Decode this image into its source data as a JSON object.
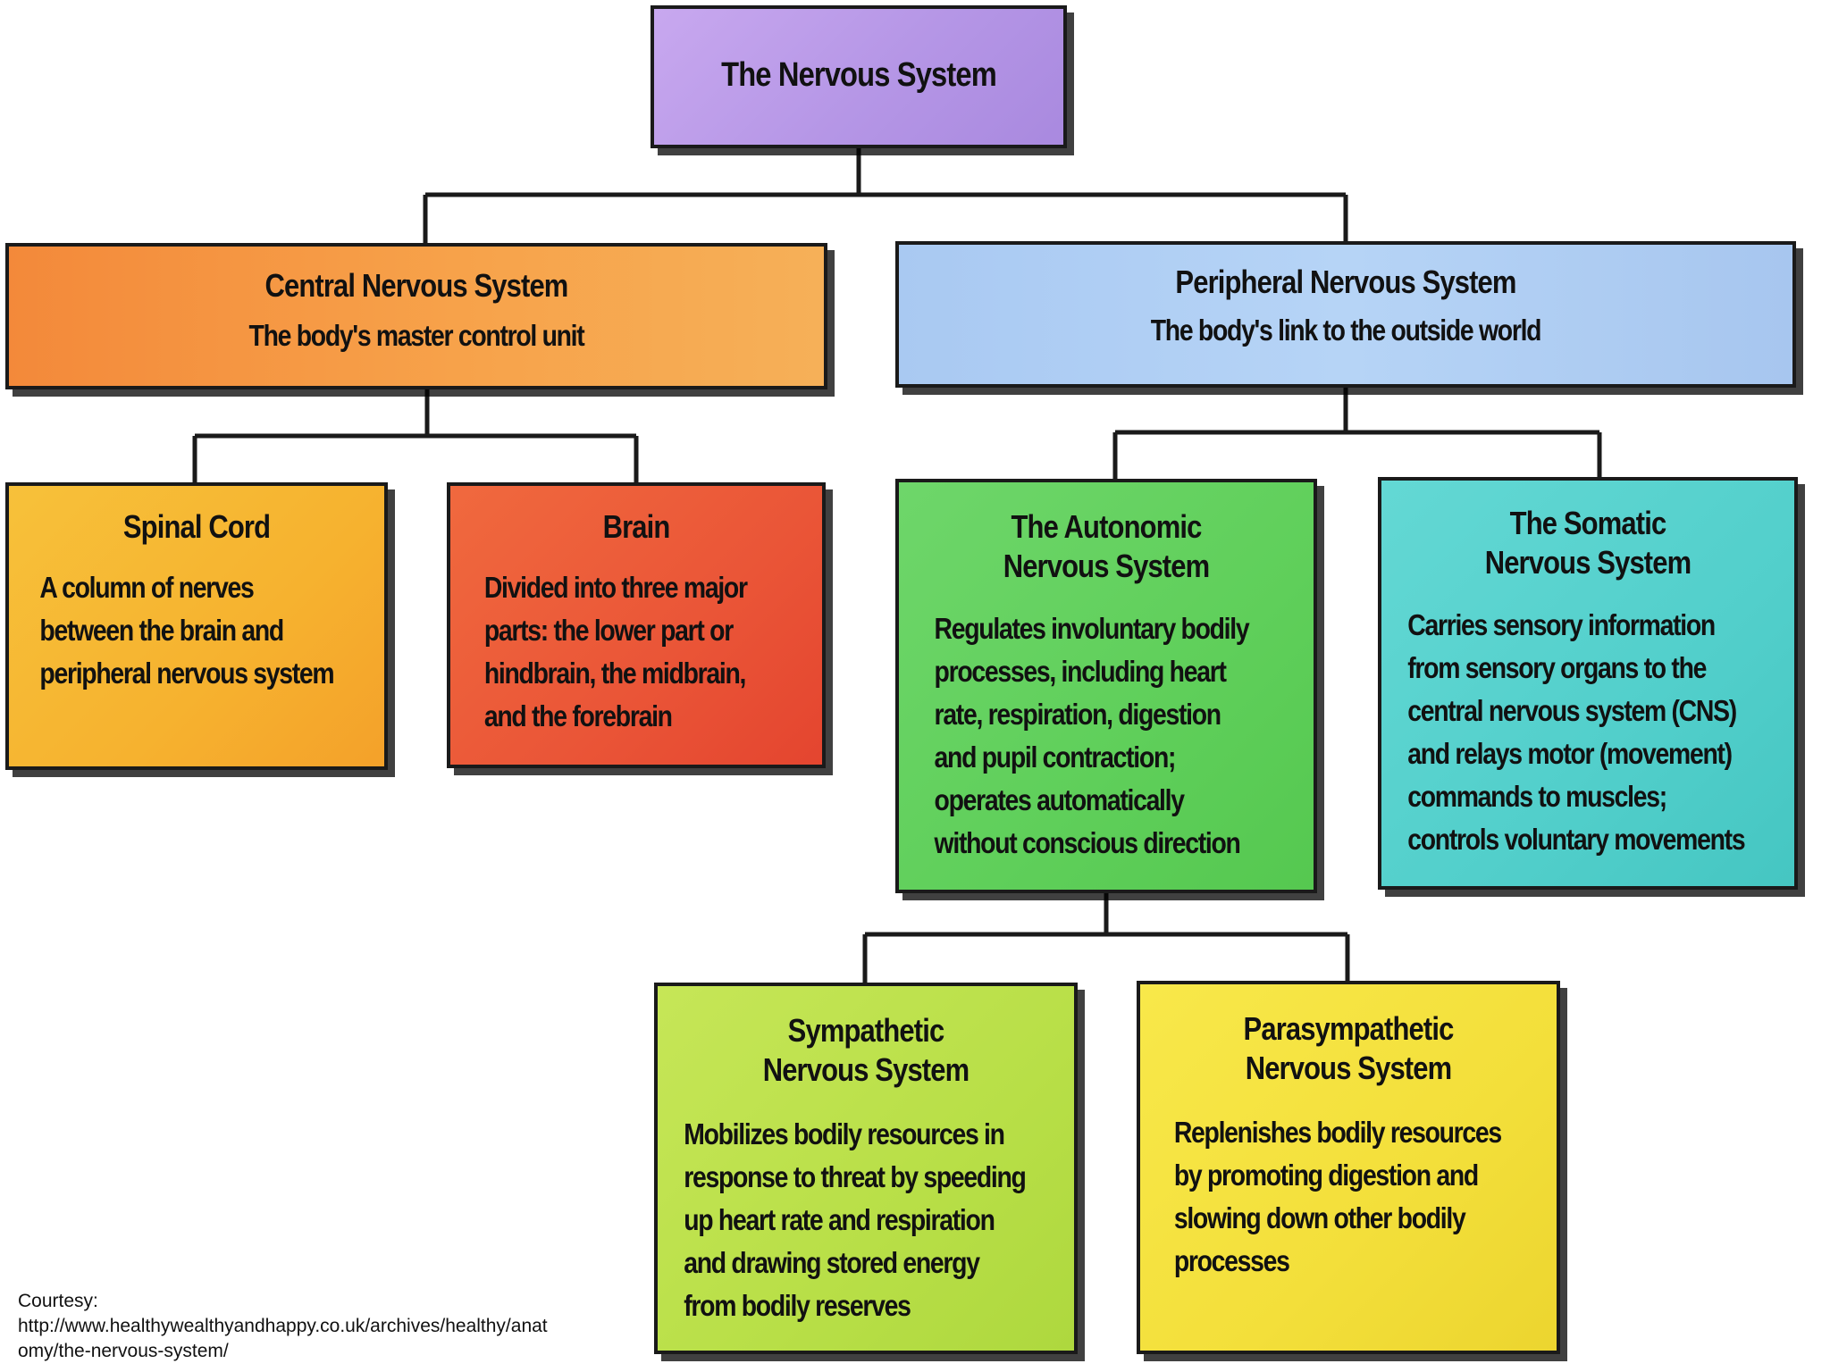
{
  "diagram": {
    "root": {
      "title": [
        "The Nervous System"
      ]
    },
    "central": {
      "title": [
        "Central Nervous System"
      ],
      "description": [
        "The body's master control unit"
      ]
    },
    "peripheral": {
      "title": [
        "Peripheral Nervous System"
      ],
      "description": [
        "The body's link to the outside world"
      ]
    },
    "spinal_cord": {
      "title": [
        "Spinal Cord"
      ],
      "description": [
        "A column of nerves",
        "between the brain and",
        "peripheral nervous system"
      ]
    },
    "brain": {
      "title": [
        "Brain"
      ],
      "description": [
        "Divided into three major",
        "parts: the lower part or",
        "hindbrain, the midbrain,",
        "and the forebrain"
      ]
    },
    "autonomic": {
      "title": [
        "The Autonomic",
        "Nervous System"
      ],
      "description": [
        "Regulates involuntary bodily",
        "processes, including heart",
        "rate, respiration, digestion",
        "and pupil contraction;",
        "operates automatically",
        "without conscious direction"
      ]
    },
    "somatic": {
      "title": [
        "The Somatic",
        "Nervous System"
      ],
      "description": [
        "Carries sensory information",
        "from sensory organs to the",
        "central nervous system (CNS)",
        "and relays motor (movement)",
        "commands to muscles;",
        "controls voluntary movements"
      ]
    },
    "sympathetic": {
      "title": [
        "Sympathetic",
        "Nervous System"
      ],
      "description": [
        "Mobilizes bodily resources in",
        "response to threat by speeding",
        "up heart rate and respiration",
        "and drawing stored energy",
        "from bodily reserves"
      ]
    },
    "parasympathetic": {
      "title": [
        "Parasympathetic",
        "Nervous System"
      ],
      "description": [
        "Replenishes bodily resources",
        "by promoting digestion and",
        "slowing down other bodily",
        "processes"
      ]
    },
    "edges": [
      [
        "root",
        "central"
      ],
      [
        "root",
        "peripheral"
      ],
      [
        "central",
        "spinal_cord"
      ],
      [
        "central",
        "brain"
      ],
      [
        "peripheral",
        "autonomic"
      ],
      [
        "peripheral",
        "somatic"
      ],
      [
        "autonomic",
        "sympathetic"
      ],
      [
        "autonomic",
        "parasympathetic"
      ]
    ]
  },
  "credit": {
    "lines": [
      "Courtesy:",
      "http://www.healthywealthyandhappy.co.uk/archives/healthy/anat",
      "omy/the-nervous-system/"
    ]
  },
  "colors": {
    "root": "#b596e6",
    "central": "#f7a24a",
    "peripheral": "#b6d4f6",
    "spinal_cord": "#f6b22f",
    "brain": "#ea5537",
    "autonomic": "#5fcf5a",
    "somatic": "#52cfcb",
    "sympathetic": "#b8df47",
    "parasympathetic": "#f3df3a",
    "border": "#1a1a1a"
  }
}
